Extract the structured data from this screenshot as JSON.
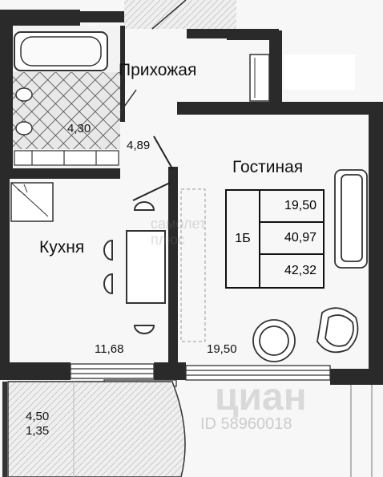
{
  "rooms": {
    "hallway": {
      "name": "Прихожая",
      "area": "4,89"
    },
    "living": {
      "name": "Гостиная",
      "area": "19,50"
    },
    "kitchen": {
      "name": "Кухня",
      "area": "11,68"
    },
    "bathroom": {
      "area": "4,30"
    },
    "balcony": {
      "area": "4,50",
      "coefficient_area": "1,35"
    }
  },
  "area_table": {
    "apartment_type": "1Б",
    "living_area": "19,50",
    "total_area": "40,97",
    "total_area_with_balcony": "42,32"
  },
  "watermark": {
    "brand": "циан",
    "id_text": "ID 58960018",
    "logo_text": "самолет плюс"
  }
}
